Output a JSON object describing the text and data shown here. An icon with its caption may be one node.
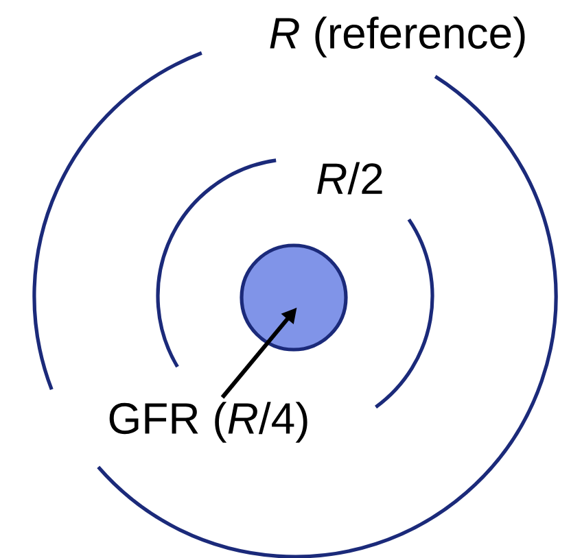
{
  "diagram": {
    "nodes": [
      {
        "text": [
          "GFR (*R*/4)"
        ]
      },
      {
        "text": [],
        "shape": "circle"
      }
    ],
    "edges": [
      {
        "from": 0,
        "to": 1,
        "arrow": "to"
      }
    ],
    "labels": [
      "*R* (reference)",
      "*R*/2"
    ]
  }
}
